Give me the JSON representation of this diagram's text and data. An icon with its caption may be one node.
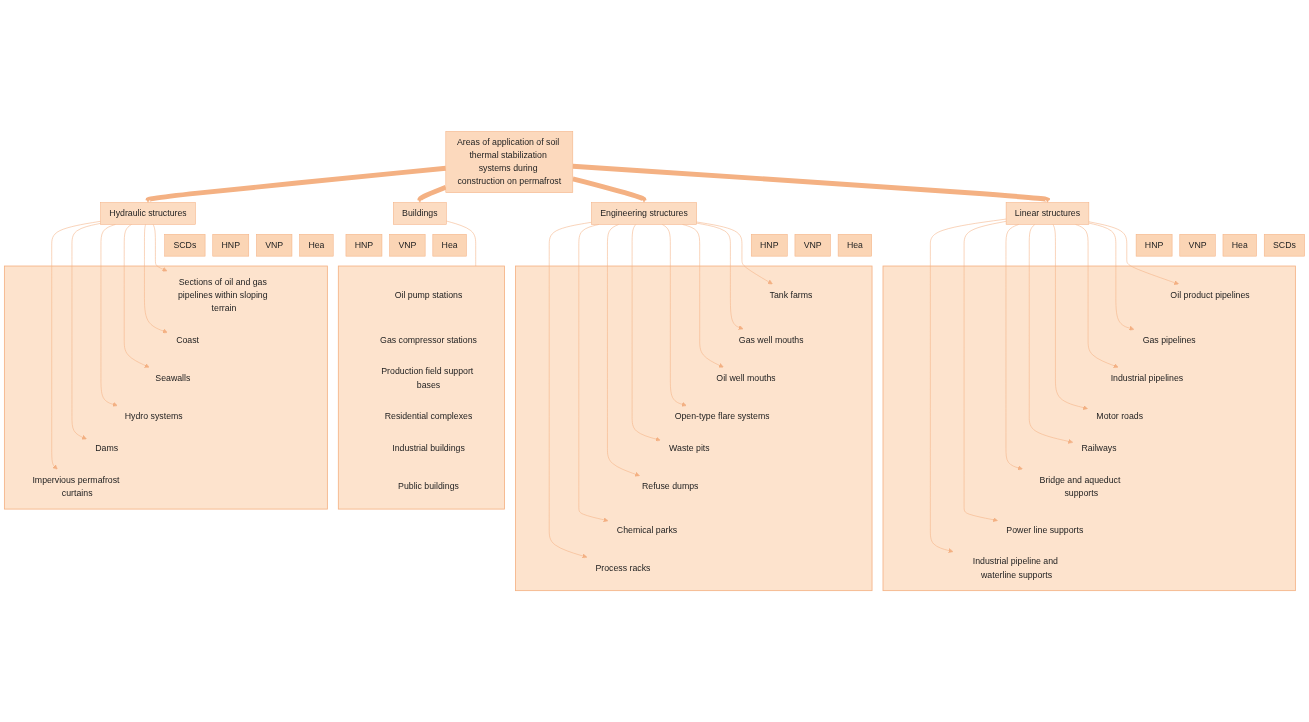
{
  "diagram": {
    "nodes": [
      {
        "text": [
          "Areas of application of soil thermal stabilization systems during construction on permafrost"
        ]
      },
      {
        "text": [
          "Linear structures"
        ]
      },
      {
        "text": [
          "Engineering structures"
        ]
      },
      {
        "text": [
          "Buildings"
        ]
      },
      {
        "text": [
          "Hydraulic structures"
        ]
      },
      {
        "text": [
          "HNP"
        ]
      },
      {
        "text": [
          "VNP"
        ]
      },
      {
        "text": [
          "Hea"
        ]
      },
      {
        "text": [
          "SCDs"
        ]
      },
      {
        "text": [
          "HNP"
        ]
      },
      {
        "text": [
          "VNP"
        ]
      },
      {
        "text": [
          "Hea"
        ]
      },
      {
        "text": [
          "HNP"
        ]
      },
      {
        "text": [
          "VNP"
        ]
      },
      {
        "text": [
          "Hea"
        ]
      },
      {
        "text": [
          "SCDs"
        ]
      },
      {
        "text": [
          "HNP"
        ]
      },
      {
        "text": [
          "VNP"
        ]
      },
      {
        "text": [
          "Hea"
        ]
      },
      {
        "text": [],
        "shape": "box"
      },
      {
        "text": [
          "Oil product pipelines"
        ],
        "in": 19
      },
      {
        "text": [
          "Gas pipelines"
        ],
        "in": 19
      },
      {
        "text": [
          "Industrial pipelines"
        ],
        "in": 19
      },
      {
        "text": [
          "Motor roads"
        ],
        "in": 19
      },
      {
        "text": [
          "Railways"
        ],
        "in": 19
      },
      {
        "text": [
          "Bridge and aqueduct supports"
        ],
        "in": 19
      },
      {
        "text": [
          "Power line supports"
        ],
        "in": 19
      },
      {
        "text": [
          "Industrial pipeline and waterline supports"
        ],
        "in": 19
      },
      {
        "text": [],
        "shape": "box"
      },
      {
        "text": [
          "Tank farms"
        ],
        "in": 28
      },
      {
        "text": [
          "Gas well mouths"
        ],
        "in": 28
      },
      {
        "text": [
          "Oil well mouths"
        ],
        "in": 28
      },
      {
        "text": [
          "Open-type flare systems"
        ],
        "in": 28
      },
      {
        "text": [
          "Waste pits"
        ],
        "in": 28
      },
      {
        "text": [
          "Refuse dumps"
        ],
        "in": 28
      },
      {
        "text": [
          "Chemical parks"
        ],
        "in": 28
      },
      {
        "text": [
          "Process racks"
        ],
        "in": 28
      },
      {
        "text": [],
        "shape": "box"
      },
      {
        "text": [
          "Oil pump stations"
        ],
        "in": 37
      },
      {
        "text": [
          "Gas compressor stations"
        ],
        "in": 37
      },
      {
        "text": [
          "Production field support bases"
        ],
        "in": 37
      },
      {
        "text": [
          "Residential complexes"
        ],
        "in": 37
      },
      {
        "text": [
          "Industrial buildings"
        ],
        "in": 37
      },
      {
        "text": [
          "Public buildings"
        ],
        "in": 37
      },
      {
        "text": [],
        "shape": "box"
      },
      {
        "text": [
          "Sections of oil and gas pipelines within sloping terrain"
        ],
        "in": 44
      },
      {
        "text": [
          "Coast"
        ],
        "in": 44
      },
      {
        "text": [
          "Seawalls"
        ],
        "in": 44
      },
      {
        "text": [
          "Hydro systems"
        ],
        "in": 44
      },
      {
        "text": [
          "Dams"
        ],
        "in": 44
      },
      {
        "text": [
          "Impervious permafrost curtains"
        ],
        "in": 44
      }
    ],
    "edges": [
      {
        "from": 0,
        "to": 1,
        "arrow": "to",
        "style": "thick"
      },
      {
        "from": 0,
        "to": 2,
        "arrow": "to",
        "style": "thick"
      },
      {
        "from": 0,
        "to": 3,
        "arrow": "to",
        "style": "thick"
      },
      {
        "from": 0,
        "to": 4,
        "arrow": "to",
        "style": "thick"
      },
      {
        "from": 1,
        "to": 20,
        "arrow": "to"
      },
      {
        "from": 1,
        "to": 21,
        "arrow": "to"
      },
      {
        "from": 1,
        "to": 22,
        "arrow": "to"
      },
      {
        "from": 1,
        "to": 23,
        "arrow": "to"
      },
      {
        "from": 1,
        "to": 24,
        "arrow": "to"
      },
      {
        "from": 1,
        "to": 25,
        "arrow": "to"
      },
      {
        "from": 1,
        "to": 26,
        "arrow": "to"
      },
      {
        "from": 1,
        "to": 27,
        "arrow": "to"
      },
      {
        "from": 2,
        "to": 29,
        "arrow": "to"
      },
      {
        "from": 2,
        "to": 30,
        "arrow": "to"
      },
      {
        "from": 2,
        "to": 31,
        "arrow": "to"
      },
      {
        "from": 2,
        "to": 32,
        "arrow": "to"
      },
      {
        "from": 2,
        "to": 33,
        "arrow": "to"
      },
      {
        "from": 2,
        "to": 34,
        "arrow": "to"
      },
      {
        "from": 2,
        "to": 35,
        "arrow": "to"
      },
      {
        "from": 2,
        "to": 36,
        "arrow": "to"
      },
      {
        "from": 3,
        "to": 37,
        "arrow": "none"
      },
      {
        "from": 4,
        "to": 45,
        "arrow": "to"
      },
      {
        "from": 4,
        "to": 46,
        "arrow": "to"
      },
      {
        "from": 4,
        "to": 47,
        "arrow": "to"
      },
      {
        "from": 4,
        "to": 48,
        "arrow": "to"
      },
      {
        "from": 4,
        "to": 49,
        "arrow": "to"
      },
      {
        "from": 4,
        "to": 50,
        "arrow": "to"
      }
    ]
  }
}
